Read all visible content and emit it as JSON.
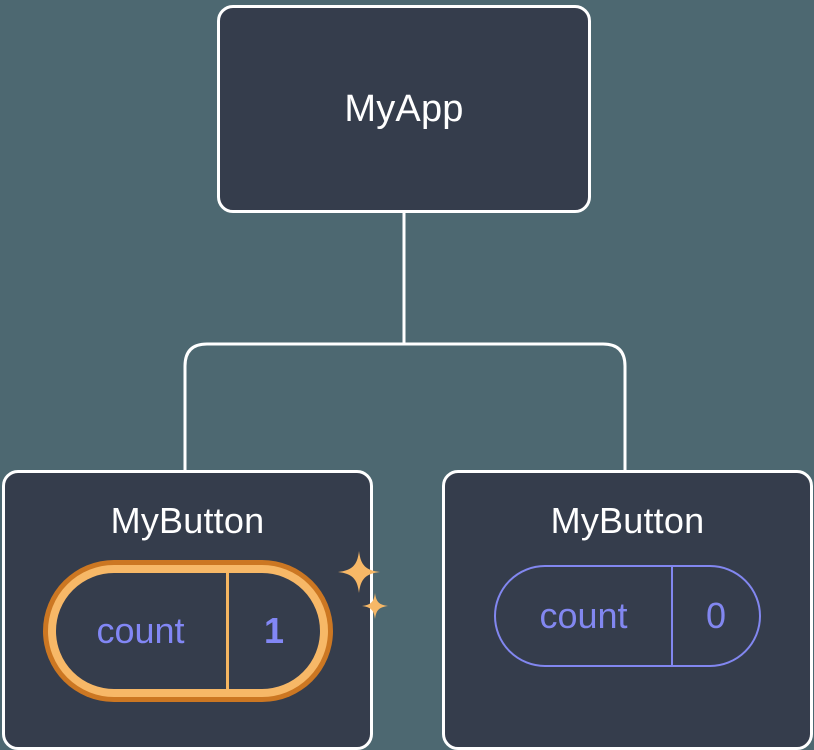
{
  "diagram": {
    "type": "component-tree",
    "title": "React component tree with per-instance state",
    "background_color": "#4d6871",
    "node_fill_color": "#353d4c",
    "node_border_color": "#ffffff",
    "connector_color": "#ffffff",
    "state_color": "#8287f0",
    "highlight_color": "#f7b867",
    "highlight_ring_color": "#cc7722"
  },
  "root": {
    "label": "MyApp"
  },
  "children": [
    {
      "label": "MyButton",
      "state": {
        "key": "count",
        "value": "1"
      },
      "highlighted": true,
      "sparkles": [
        "sparkle-large",
        "sparkle-small"
      ]
    },
    {
      "label": "MyButton",
      "state": {
        "key": "count",
        "value": "0"
      },
      "highlighted": false
    }
  ]
}
